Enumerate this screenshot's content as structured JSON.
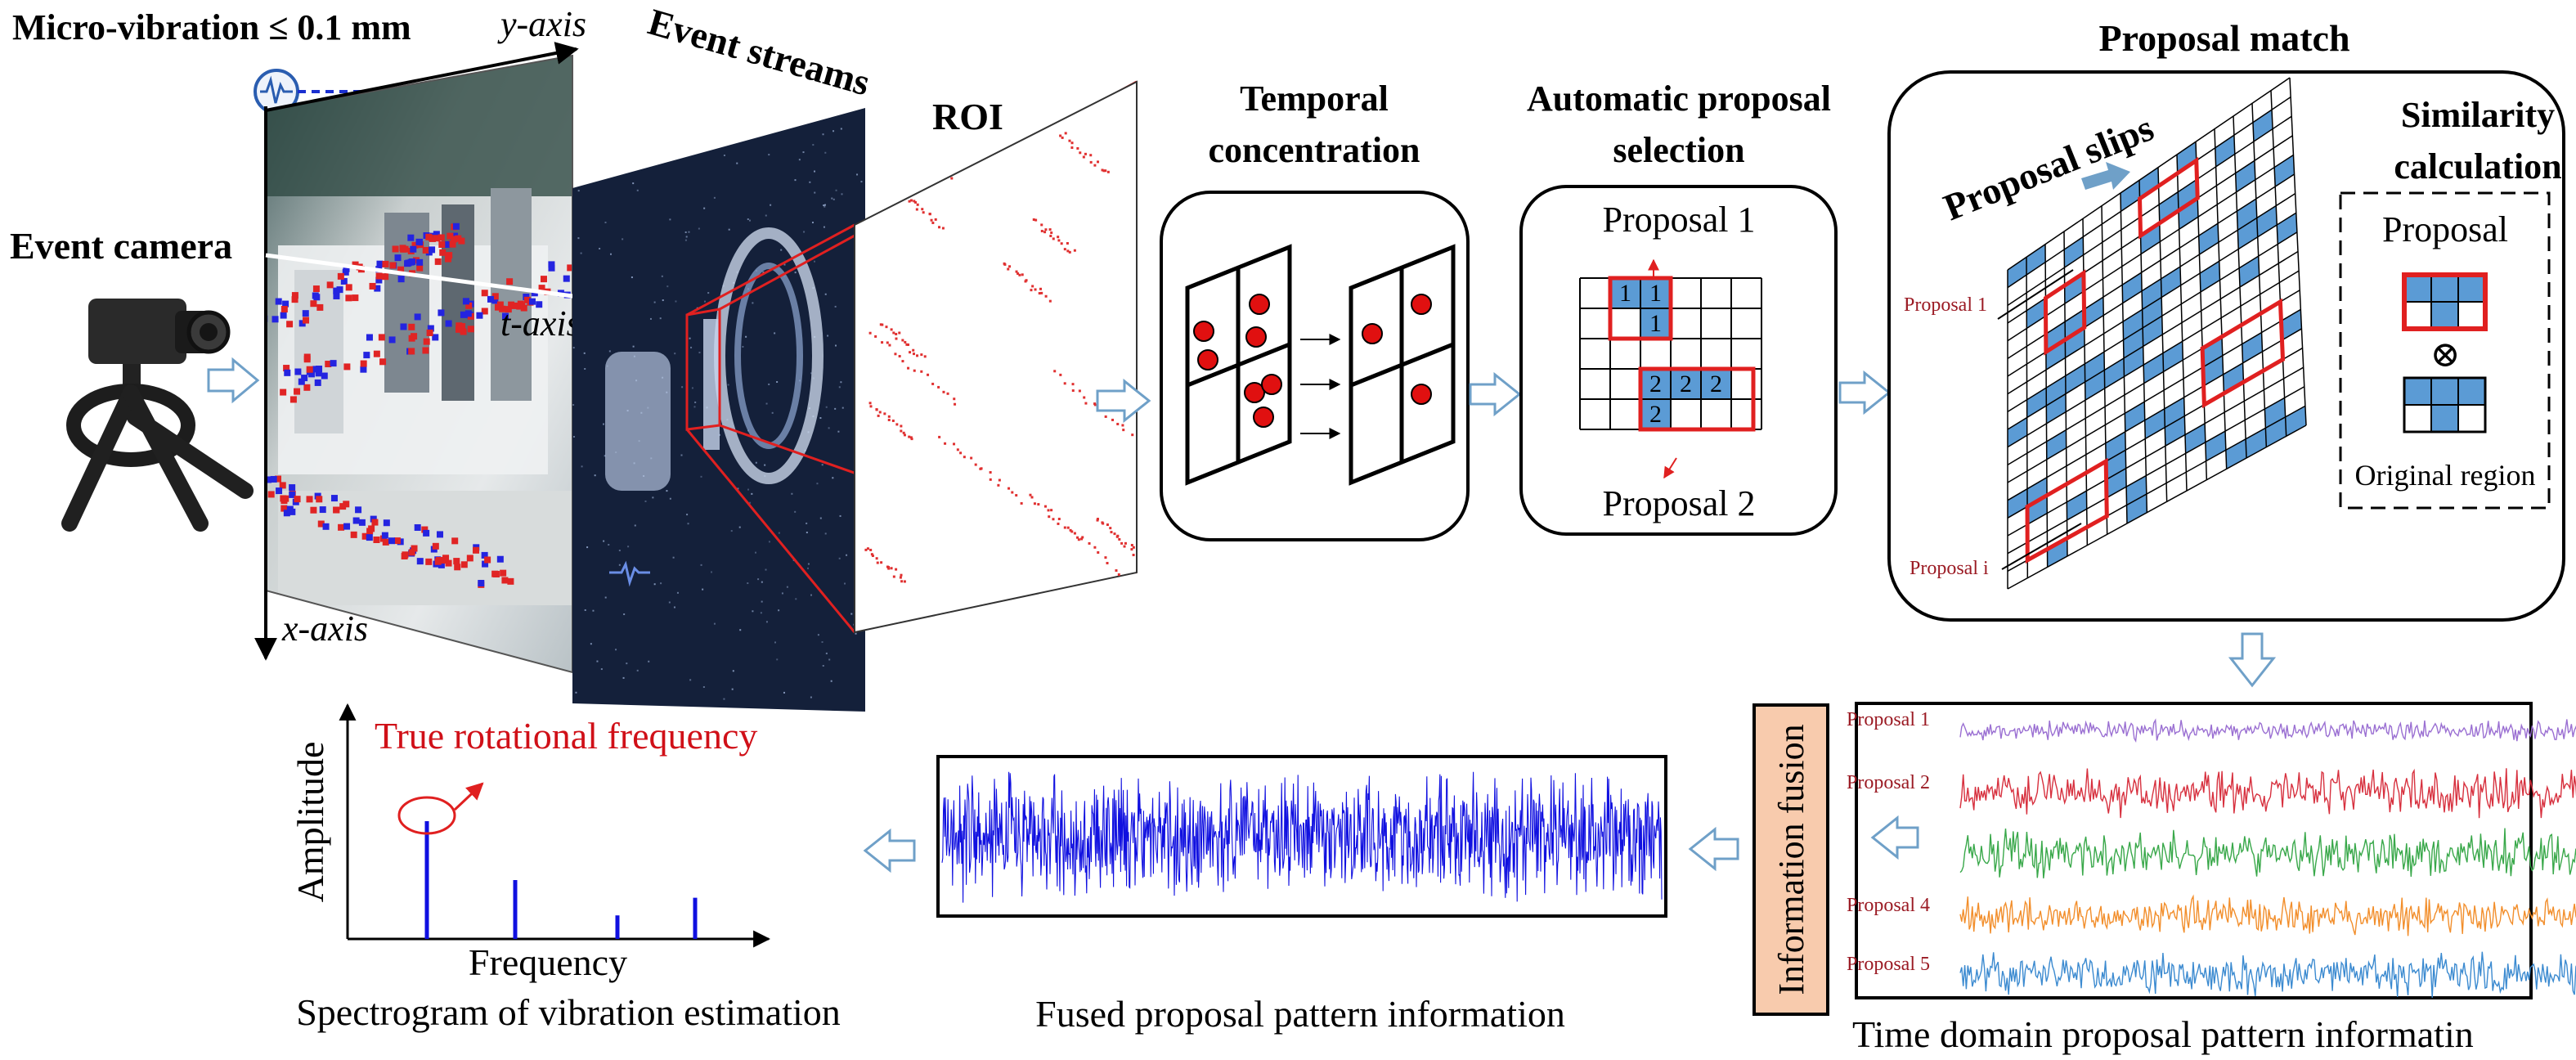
{
  "title_micro": "Micro-vibration ≤ 0.1 mm",
  "axes": {
    "y": "y-axis",
    "t": "t-axis",
    "x": "x-axis"
  },
  "camera_label": "Event camera",
  "event_streams_label": "Event streams",
  "roi_label": "ROI",
  "temporal_label": [
    "Temporal",
    "concentration"
  ],
  "auto_label": [
    "Automatic proposal",
    "selection"
  ],
  "auto_proposal1": "Proposal 1",
  "auto_proposal2": "Proposal 2",
  "proposal1_digits": [
    "1",
    "1",
    "1"
  ],
  "proposal2_digits": [
    "2",
    "2",
    "2",
    "2"
  ],
  "match_title": "Proposal match",
  "slips_label": "Proposal slips",
  "match_row1": "Proposal 1",
  "match_rowi": "Proposal i",
  "similarity_label": [
    "Similarity",
    "calculation"
  ],
  "sim_proposal": "Proposal",
  "sim_original": "Original region",
  "sim_operator": "⊗",
  "info_fusion": "Information fusion",
  "time_rows": [
    "Proposal 1",
    "Proposal 2",
    "",
    "Proposal 4",
    "Proposal 5"
  ],
  "time_caption": "Time domain proposal pattern informatin",
  "fused_caption": "Fused proposal pattern information",
  "spectrum": {
    "ylabel": "Amplitude",
    "xlabel": "Frequency",
    "annotation": "True rotational frequency",
    "caption": "Spectrogram of vibration estimation"
  },
  "chart_data": [
    {
      "type": "bar",
      "xlabel": "Frequency",
      "ylabel": "Amplitude",
      "title": "",
      "annotation": "True rotational frequency",
      "x": [
        1,
        2,
        3,
        4
      ],
      "values": [
        1.0,
        0.5,
        0.2,
        0.35
      ],
      "ylim": [
        0,
        1.4
      ]
    },
    {
      "type": "line",
      "series_colors": [
        "#9a6fd2",
        "#d7303e",
        "#39a84a",
        "#f28e2b",
        "#3b8ad0"
      ]
    },
    {
      "type": "line",
      "series_colors": [
        "#1010e0"
      ]
    }
  ],
  "colors": {
    "proposal_red": "#e02020",
    "cell_blue": "#5b9bd5",
    "fusion_box": "#f8cbad",
    "arrow_blue": "#6fa0c8",
    "event_red": "#e02424",
    "event_blue": "#2424e0"
  }
}
